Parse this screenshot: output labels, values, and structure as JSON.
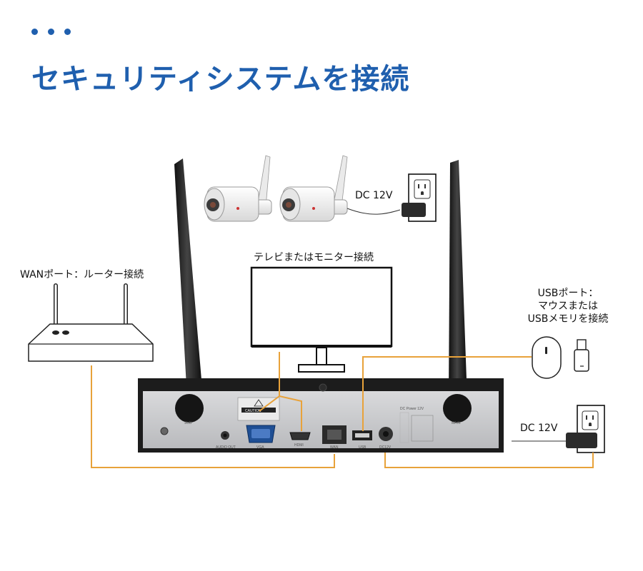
{
  "header": {
    "title": "セキュリティシステムを接続"
  },
  "labels": {
    "dc_camera": "DC 12V",
    "monitor": "テレビまたはモニター接続",
    "wan": "WANポート：ルーター接続",
    "usb_line1": "USBポート：",
    "usb_line2": "マウスまたは",
    "usb_line3": "USBメモリを接続",
    "dc_nvr": "DC 12V"
  },
  "panel_labels": {
    "audio_out": "AUDIO OUT",
    "vga": "VGA",
    "hdmi": "HDMI",
    "wan": "WAN",
    "usb": "USB",
    "dc12v": "DC12V",
    "caution": "CAUTION",
    "sub": "SUB",
    "main": "MAIN",
    "power_spec": "DC Power 12V"
  },
  "colors": {
    "title": "#1f5fae",
    "connector_line": "#e8a23a",
    "nvr_body": "#1c1c1c",
    "nvr_panel": "#cfd0d2"
  }
}
